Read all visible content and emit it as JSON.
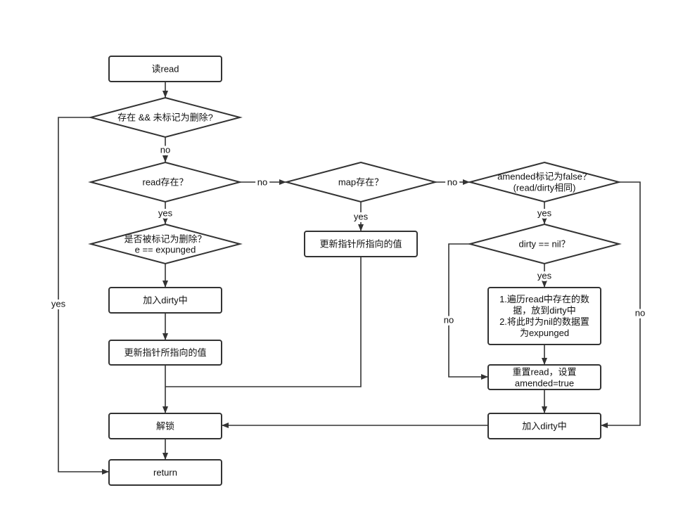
{
  "colors": {
    "stroke": "#333333",
    "fill": "#ffffff",
    "text": "#111111",
    "background": "#ffffff"
  },
  "nodes": {
    "read_start": "读read",
    "check_exists_not_deleted": "存在 && 未标记为删除?",
    "read_exists": "read存在？",
    "is_expunged": [
      "是否被标记为删除？",
      "e == expunged"
    ],
    "add_dirty_left": "加入dirty中",
    "update_value_left": "更新指针所指向的值",
    "unlock": "解锁",
    "return": "return",
    "map_exists": "map存在？",
    "update_value_mid": "更新指针所指向的值",
    "amended_false": [
      "amended标记为false？",
      "(read/dirty相同)"
    ],
    "dirty_nil": "dirty == nil？",
    "copy_read": [
      "1.遍历read中存在的数",
      "据，放到dirty中",
      "2.将此时为nil的数据置",
      "为expunged"
    ],
    "reset_read": [
      "重置read，设置",
      "amended=true"
    ],
    "add_dirty_right": "加入dirty中"
  },
  "edge_labels": {
    "check_to_read_exists": "no",
    "read_exists_to_expunged": "yes",
    "read_exists_to_map": "no",
    "map_to_update": "yes",
    "map_to_amended": "no",
    "amended_to_dirty_nil": "yes",
    "dirty_nil_to_copy": "yes",
    "check_to_return": "yes",
    "dirty_nil_to_reset": "no",
    "amended_to_add_dirty": "no"
  }
}
